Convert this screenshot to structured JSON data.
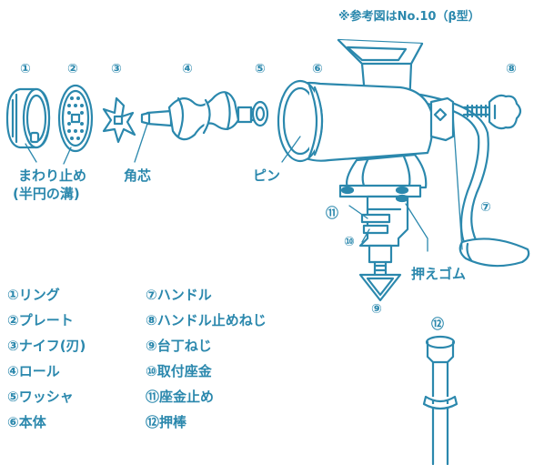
{
  "note": "※参考図はNo.10（β型）",
  "part_numbers": [
    "①",
    "②",
    "③",
    "④",
    "⑤",
    "⑥",
    "⑦",
    "⑧",
    "⑨",
    "⑩",
    "⑪",
    "⑫"
  ],
  "callouts": {
    "pin": "ピン",
    "lock_ring_line1": "まわり止め",
    "lock_ring_line2": "(半円の溝)",
    "square_core": "角芯",
    "rubber": "押えゴム"
  },
  "legend_left": [
    "①リング",
    "②プレート",
    "③ナイフ(刃)",
    "④ロール",
    "⑤ワッシャ",
    "⑥本体"
  ],
  "legend_right": [
    "⑦ハンドル",
    "⑧ハンドル止めねじ",
    "⑨台丁ねじ",
    "⑩取付座金",
    "⑪座金止め",
    "⑫押棒"
  ],
  "colors": {
    "line": "#2b88ad",
    "fill": "#ffffff"
  }
}
